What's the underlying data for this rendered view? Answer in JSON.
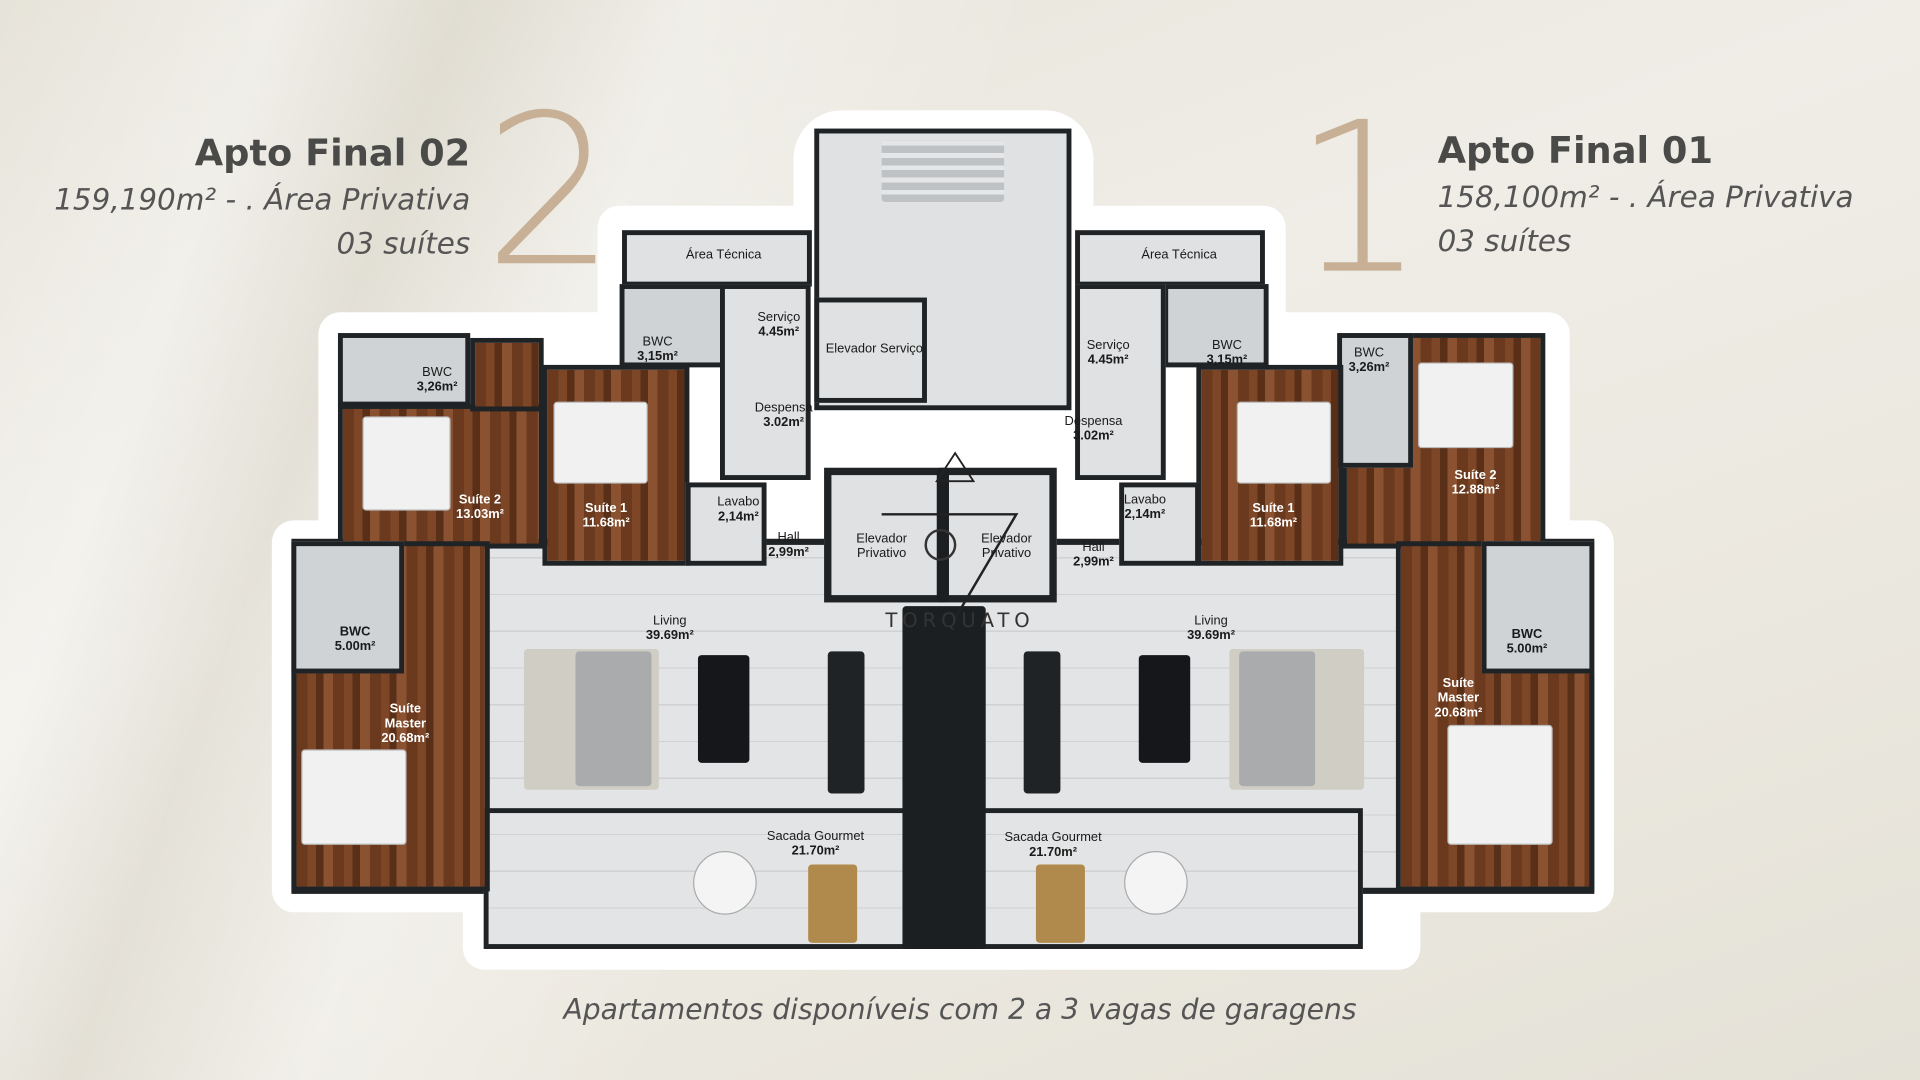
{
  "apt_left": {
    "number": "2",
    "title": "Apto Final 02",
    "area": "159,190m² - . Área Privativa",
    "suites": "03 suítes"
  },
  "apt_right": {
    "number": "1",
    "title": "Apto Final 01",
    "area": "158,100m² - . Área Privativa",
    "suites": "03 suítes"
  },
  "caption": "Apartamentos disponíveis com 2 a 3 vagas de garagens",
  "logo": "TORQUATO",
  "colors": {
    "accent_number": "#c7b096",
    "text": "#4a4b48",
    "background": "#ebe8df",
    "walls": "#1f2326",
    "wood_floor": "#6b3a1e"
  },
  "plan": {
    "center": {
      "elevador_servico": "Elevador Serviço",
      "elevador_privativo": "Elevador Privativo"
    },
    "left": {
      "area_tecnica": "Área Técnica",
      "bwc_a": {
        "name": "BWC",
        "area": "3,15m²"
      },
      "servico": {
        "name": "Serviço",
        "area": "4.45m²"
      },
      "despensa": {
        "name": "Despensa",
        "area": "3.02m²"
      },
      "bwc_b": {
        "name": "BWC",
        "area": "3,26m²"
      },
      "suite2": {
        "name": "Suíte 2",
        "area": "13.03m²"
      },
      "suite1": {
        "name": "Suíte 1",
        "area": "11.68m²"
      },
      "lavabo": {
        "name": "Lavabo",
        "area": "2,14m²"
      },
      "hall": {
        "name": "Hall",
        "area": "2,99m²"
      },
      "living": {
        "name": "Living",
        "area": "39.69m²"
      },
      "bwc_c": {
        "name": "BWC",
        "area": "5.00m²"
      },
      "master": {
        "name": "Suíte Master",
        "area": "20.68m²"
      },
      "sacada": {
        "name": "Sacada Gourmet",
        "area": "21.70m²"
      }
    },
    "right": {
      "area_tecnica": "Área Técnica",
      "bwc_a": {
        "name": "BWC",
        "area": "3,15m²"
      },
      "servico": {
        "name": "Serviço",
        "area": "4.45m²"
      },
      "despensa": {
        "name": "Despensa",
        "area": "3.02m²"
      },
      "bwc_b": {
        "name": "BWC",
        "area": "3,26m²"
      },
      "suite2": {
        "name": "Suíte 2",
        "area": "12.88m²"
      },
      "suite1": {
        "name": "Suíte 1",
        "area": "11.68m²"
      },
      "lavabo": {
        "name": "Lavabo",
        "area": "2,14m²"
      },
      "hall": {
        "name": "Hall",
        "area": "2,99m²"
      },
      "living": {
        "name": "Living",
        "area": "39.69m²"
      },
      "bwc_c": {
        "name": "BWC",
        "area": "5.00m²"
      },
      "master": {
        "name": "Suíte Master",
        "area": "20.68m²"
      },
      "sacada": {
        "name": "Sacada Gourmet",
        "area": "21.70m²"
      }
    }
  }
}
